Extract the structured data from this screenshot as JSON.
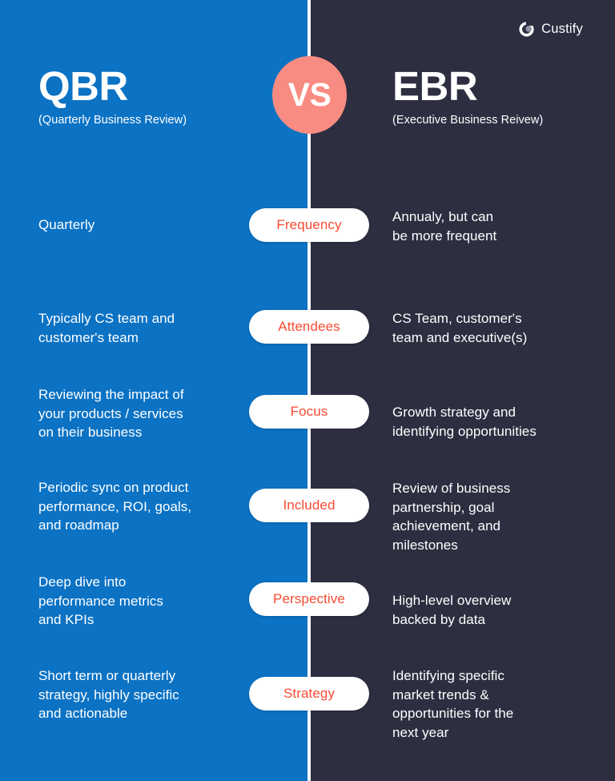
{
  "brand": {
    "name": "Custify",
    "mark_icon": "custify-logo-icon"
  },
  "headers": {
    "left": {
      "title": "QBR",
      "subtitle": "(Quarterly Business Review)"
    },
    "right": {
      "title": "EBR",
      "subtitle": "(Executive Business Reivew)"
    }
  },
  "vs_badge": {
    "label": "VS"
  },
  "colors": {
    "left_panel": "#0b72c4",
    "right_panel": "#2d2e40",
    "vs_circle": "#f98c82",
    "pill_background": "#ffffff",
    "pill_text": "#fa4b32",
    "body_text": "#ffffff",
    "divider": "#ffffff"
  },
  "rows": [
    {
      "label": "Frequency",
      "left": "Quarterly",
      "right": "Annualy, but can\nbe more frequent"
    },
    {
      "label": "Attendees",
      "left": "Typically CS team and\ncustomer's team",
      "right": "CS Team, customer's\nteam and executive(s)"
    },
    {
      "label": "Focus",
      "left": "Reviewing the impact of\nyour products / services\non their business",
      "right": "Growth strategy and\nidentifying opportunities"
    },
    {
      "label": "Included",
      "left": "Periodic sync on product\nperformance, ROI, goals,\nand roadmap",
      "right": "Review of business\npartnership, goal\nachievement, and\nmilestones"
    },
    {
      "label": "Perspective",
      "left": "Deep dive into\nperformance metrics\nand KPIs",
      "right": "High-level overview\nbacked by data"
    },
    {
      "label": "Strategy",
      "left": "Short term or quarterly\nstrategy, highly specific\nand actionable",
      "right": "Identifying specific\nmarket trends &\nopportunities for the\nnext year"
    }
  ]
}
